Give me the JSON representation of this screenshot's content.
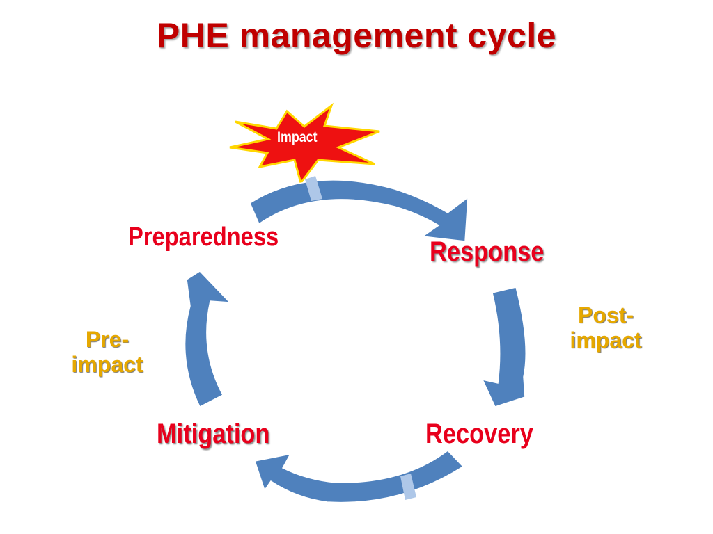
{
  "title": "PHE management cycle",
  "impact_label": "Impact",
  "stages": {
    "preparedness": "Preparedness",
    "response": "Response",
    "recovery": "Recovery",
    "mitigation": "Mitigation"
  },
  "phases": {
    "pre_impact_line1": "Pre-",
    "pre_impact_line2": "impact",
    "post_impact_line1": "Post-",
    "post_impact_line2": "impact"
  },
  "colors": {
    "title": "#c00000",
    "stage_text": "#e8001c",
    "phase_text": "#e6a800",
    "arrow_fill": "#4f81bd",
    "arrow_stroke": "#ffffff",
    "starburst_fill": "#ee1111",
    "starburst_stroke": "#ffd700"
  }
}
